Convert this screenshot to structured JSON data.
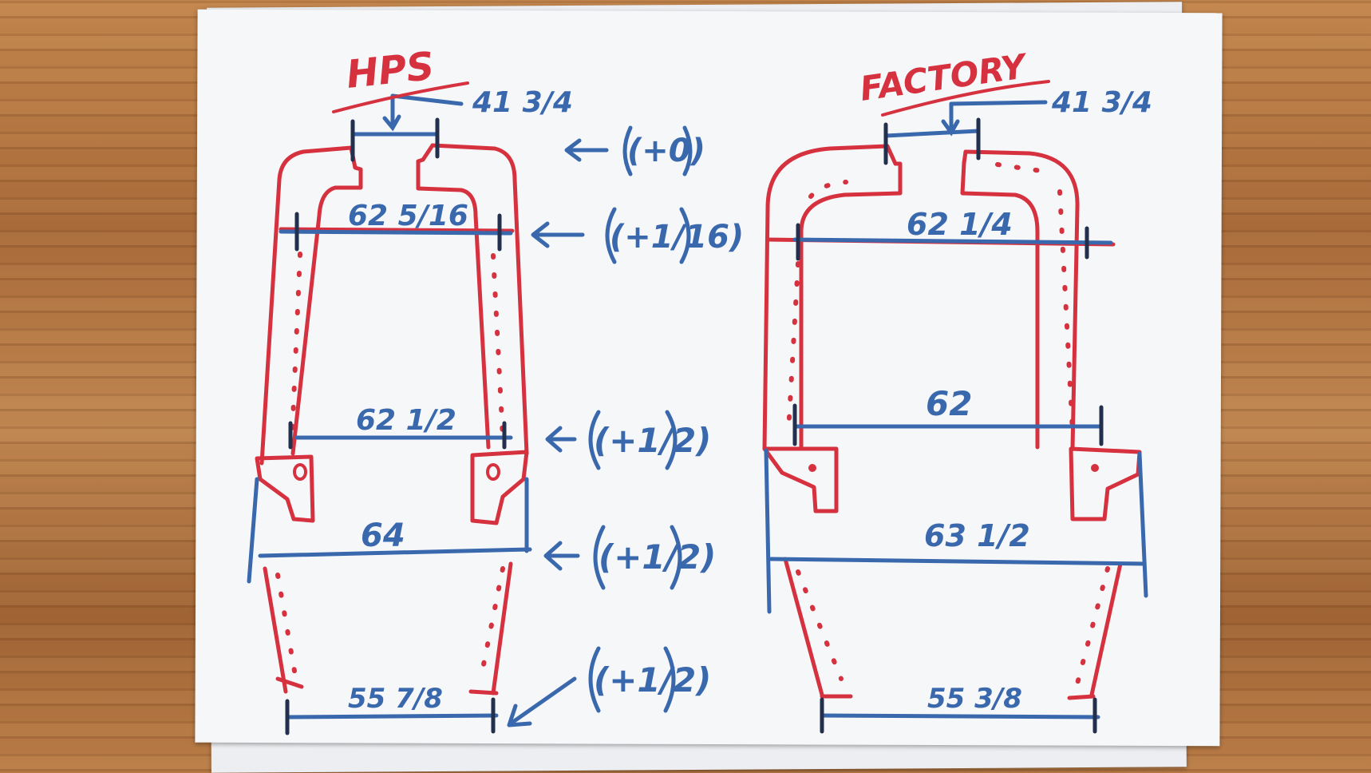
{
  "colors": {
    "red_marker": "#d6313f",
    "blue_marker": "#3a68ad",
    "dark_marker": "#23304d",
    "paper": "#f6f7f9",
    "table": "#b77a45"
  },
  "left": {
    "title": "HPS",
    "top_width": "41 3/4",
    "widths": [
      "62 5/16",
      "62 1/2",
      "64",
      "55 7/8"
    ]
  },
  "right": {
    "title": "FACTORY",
    "top_width": "41 3/4",
    "widths": [
      "62 1/4",
      "62",
      "63 1/2",
      "55 3/8"
    ]
  },
  "differences": [
    "(+0)",
    "(+1/16)",
    "(+1/2)",
    "(+1/2)",
    "(+1/2)"
  ]
}
